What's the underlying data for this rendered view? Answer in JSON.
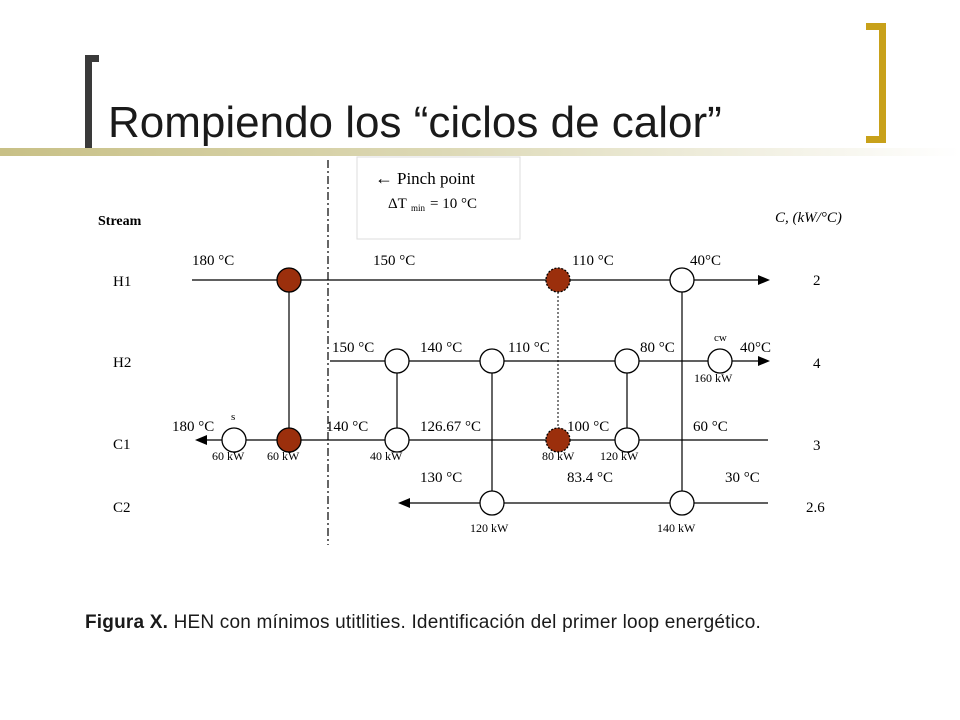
{
  "slide": {
    "title": "Rompiendo los “ciclos de calor”",
    "caption_label": "Figura X.",
    "caption_text": " HEN con mínimos utitlities. Identificación del primer loop energético."
  },
  "diagram": {
    "stream_header": "Stream",
    "cp_header": "C, (kW/°C)",
    "pinch_label": "Pinch point",
    "pinch_arrow": "←",
    "dtmin_delta": "ΔT",
    "dtmin_sub": "min",
    "dtmin_value": "= 10 °C",
    "colors": {
      "highlight": "#9b2f0c",
      "line": "#000000"
    },
    "streams": [
      {
        "id": "H1",
        "cp": "2"
      },
      {
        "id": "H2",
        "cp": "4"
      },
      {
        "id": "C1",
        "cp": "3"
      },
      {
        "id": "C2",
        "cp": "2.6"
      }
    ],
    "temps": {
      "h1_in": "180 °C",
      "h1_a": "150 °C",
      "h1_b": "110 °C",
      "h1_out": "40°C",
      "h2_in": "150 °C",
      "h2_a": "140 °C",
      "h2_b": "110 °C",
      "h2_c": "80 °C",
      "h2_out": "40°C",
      "c1_out": "180 °C",
      "c1_a": "140 °C",
      "c1_b": "126.67 °C",
      "c1_c": "100 °C",
      "c1_in": "60 °C",
      "c2_out": "130 °C",
      "c2_a": "83.4 °C",
      "c2_in": "30 °C"
    },
    "duties": {
      "heater": "60 kW",
      "ex1": "60 kW",
      "ex2": "40 kW",
      "ex3": "80 kW",
      "ex4": "120 kW",
      "cooler": "160 kW",
      "ex5": "120 kW",
      "ex6": "140 kW"
    },
    "utility_labels": {
      "steam": "s",
      "cooling_water": "cw"
    }
  }
}
